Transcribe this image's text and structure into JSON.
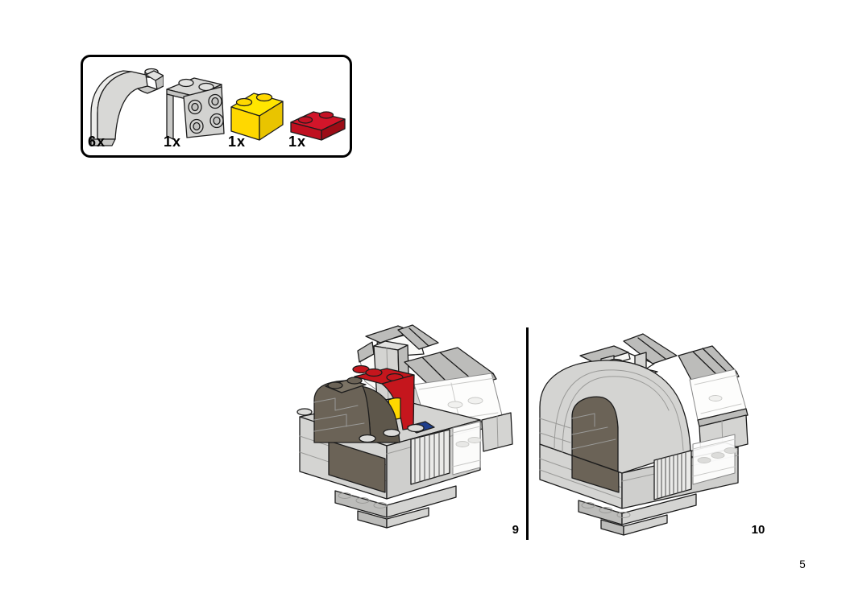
{
  "page": {
    "number": "5",
    "background_color": "#ffffff"
  },
  "parts_box": {
    "parts": [
      {
        "name": "curved-arch-brick-1x3x2",
        "quantity": "6x",
        "color": "#d8d8d6",
        "color_name": "light-gray"
      },
      {
        "name": "angle-bracket-1x2-2x2",
        "quantity": "1x",
        "color": "#d2d2d0",
        "color_name": "light-gray"
      },
      {
        "name": "brick-1x2",
        "quantity": "1x",
        "color": "#ffd800",
        "color_name": "yellow"
      },
      {
        "name": "plate-1x2",
        "quantity": "1x",
        "color": "#d2152a",
        "color_name": "red"
      }
    ]
  },
  "steps": [
    {
      "number": "9"
    },
    {
      "number": "10"
    }
  ],
  "colors": {
    "outline": "#1c1c1c",
    "light_gray": "#d4d4d2",
    "mid_gray": "#bcbcba",
    "dark_tan": "#6b6357",
    "dark_tan_shade": "#5e574b",
    "red": "#c5161d",
    "yellow": "#ffd800",
    "blue": "#1f3e8c",
    "glass": "#fdfdfc"
  }
}
